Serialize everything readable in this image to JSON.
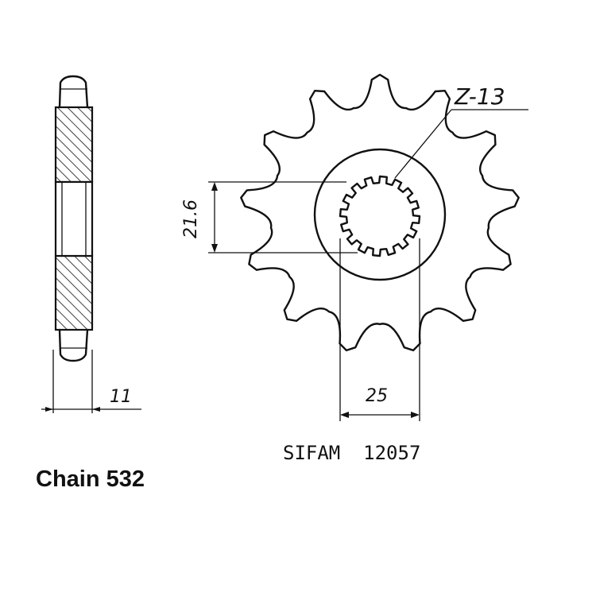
{
  "labels": {
    "tooth_count": "Z-13",
    "bore_diameter": "21.6",
    "hub_diameter": "25",
    "thickness": "11",
    "manufacturer_code": "SIFAM  12057",
    "chain": "Chain 532"
  },
  "sprocket": {
    "teeth": 13
  },
  "colors": {
    "ink": "#111111",
    "background": "#ffffff"
  }
}
